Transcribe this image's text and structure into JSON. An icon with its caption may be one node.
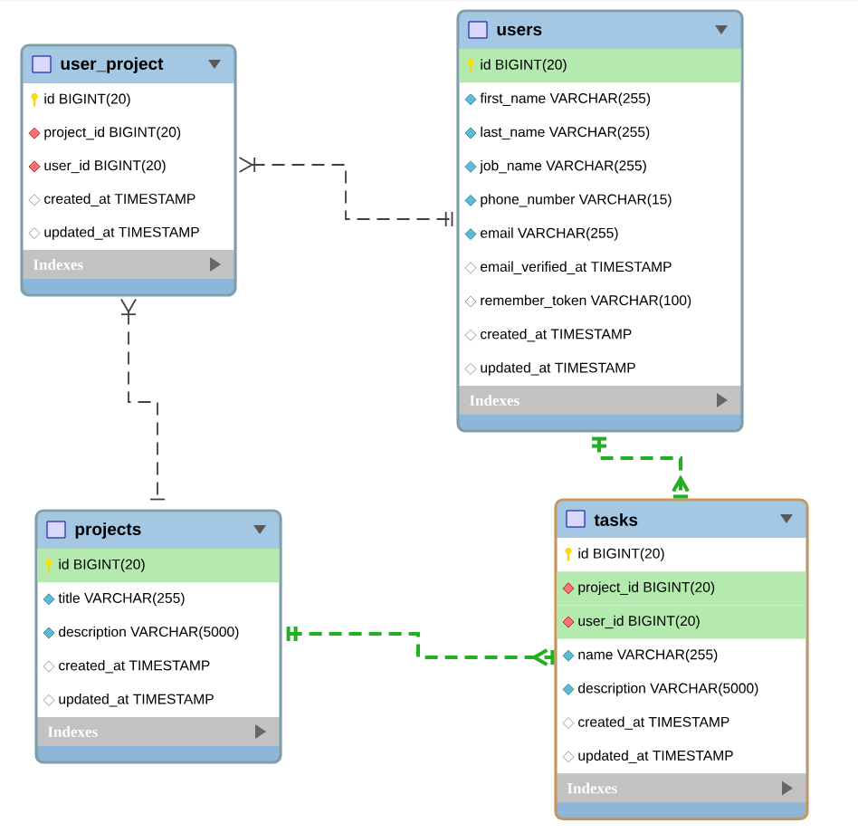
{
  "diagram": {
    "nodes": [
      {
        "text": [
          "user_project",
          "id BIGINT(20)",
          "project_id BIGINT(20)",
          "user_id BIGINT(20)",
          "created_at TIMESTAMP",
          "updated_at TIMESTAMP",
          "Indexes"
        ]
      },
      {
        "text": [
          "users",
          "id BIGINT(20)",
          "first_name VARCHAR(255)",
          "last_name VARCHAR(255)",
          "job_name VARCHAR(255)",
          "phone_number VARCHAR(15)",
          "email VARCHAR(255)",
          "email_verified_at TIMESTAMP",
          "remember_token VARCHAR(100)",
          "created_at TIMESTAMP",
          "updated_at TIMESTAMP",
          "Indexes"
        ]
      },
      {
        "text": [
          "projects",
          "id BIGINT(20)",
          "title VARCHAR(255)",
          "description VARCHAR(5000)",
          "created_at TIMESTAMP",
          "updated_at TIMESTAMP",
          "Indexes"
        ]
      },
      {
        "text": [
          "tasks",
          "id BIGINT(20)",
          "project_id BIGINT(20)",
          "user_id BIGINT(20)",
          "name VARCHAR(255)",
          "description VARCHAR(5000)",
          "created_at TIMESTAMP",
          "updated_at TIMESTAMP",
          "Indexes"
        ]
      }
    ],
    "edges": [
      {
        "from": 0,
        "to": 1,
        "arrow": "other",
        "style": "dashed"
      },
      {
        "from": 0,
        "to": 2,
        "arrow": "other",
        "style": "dashed"
      },
      {
        "from": 1,
        "to": 3,
        "arrow": "other",
        "style": "dashed",
        "color": "#22b022"
      },
      {
        "from": 2,
        "to": 3,
        "arrow": "other",
        "style": "dashed",
        "color": "#22b022"
      }
    ]
  }
}
